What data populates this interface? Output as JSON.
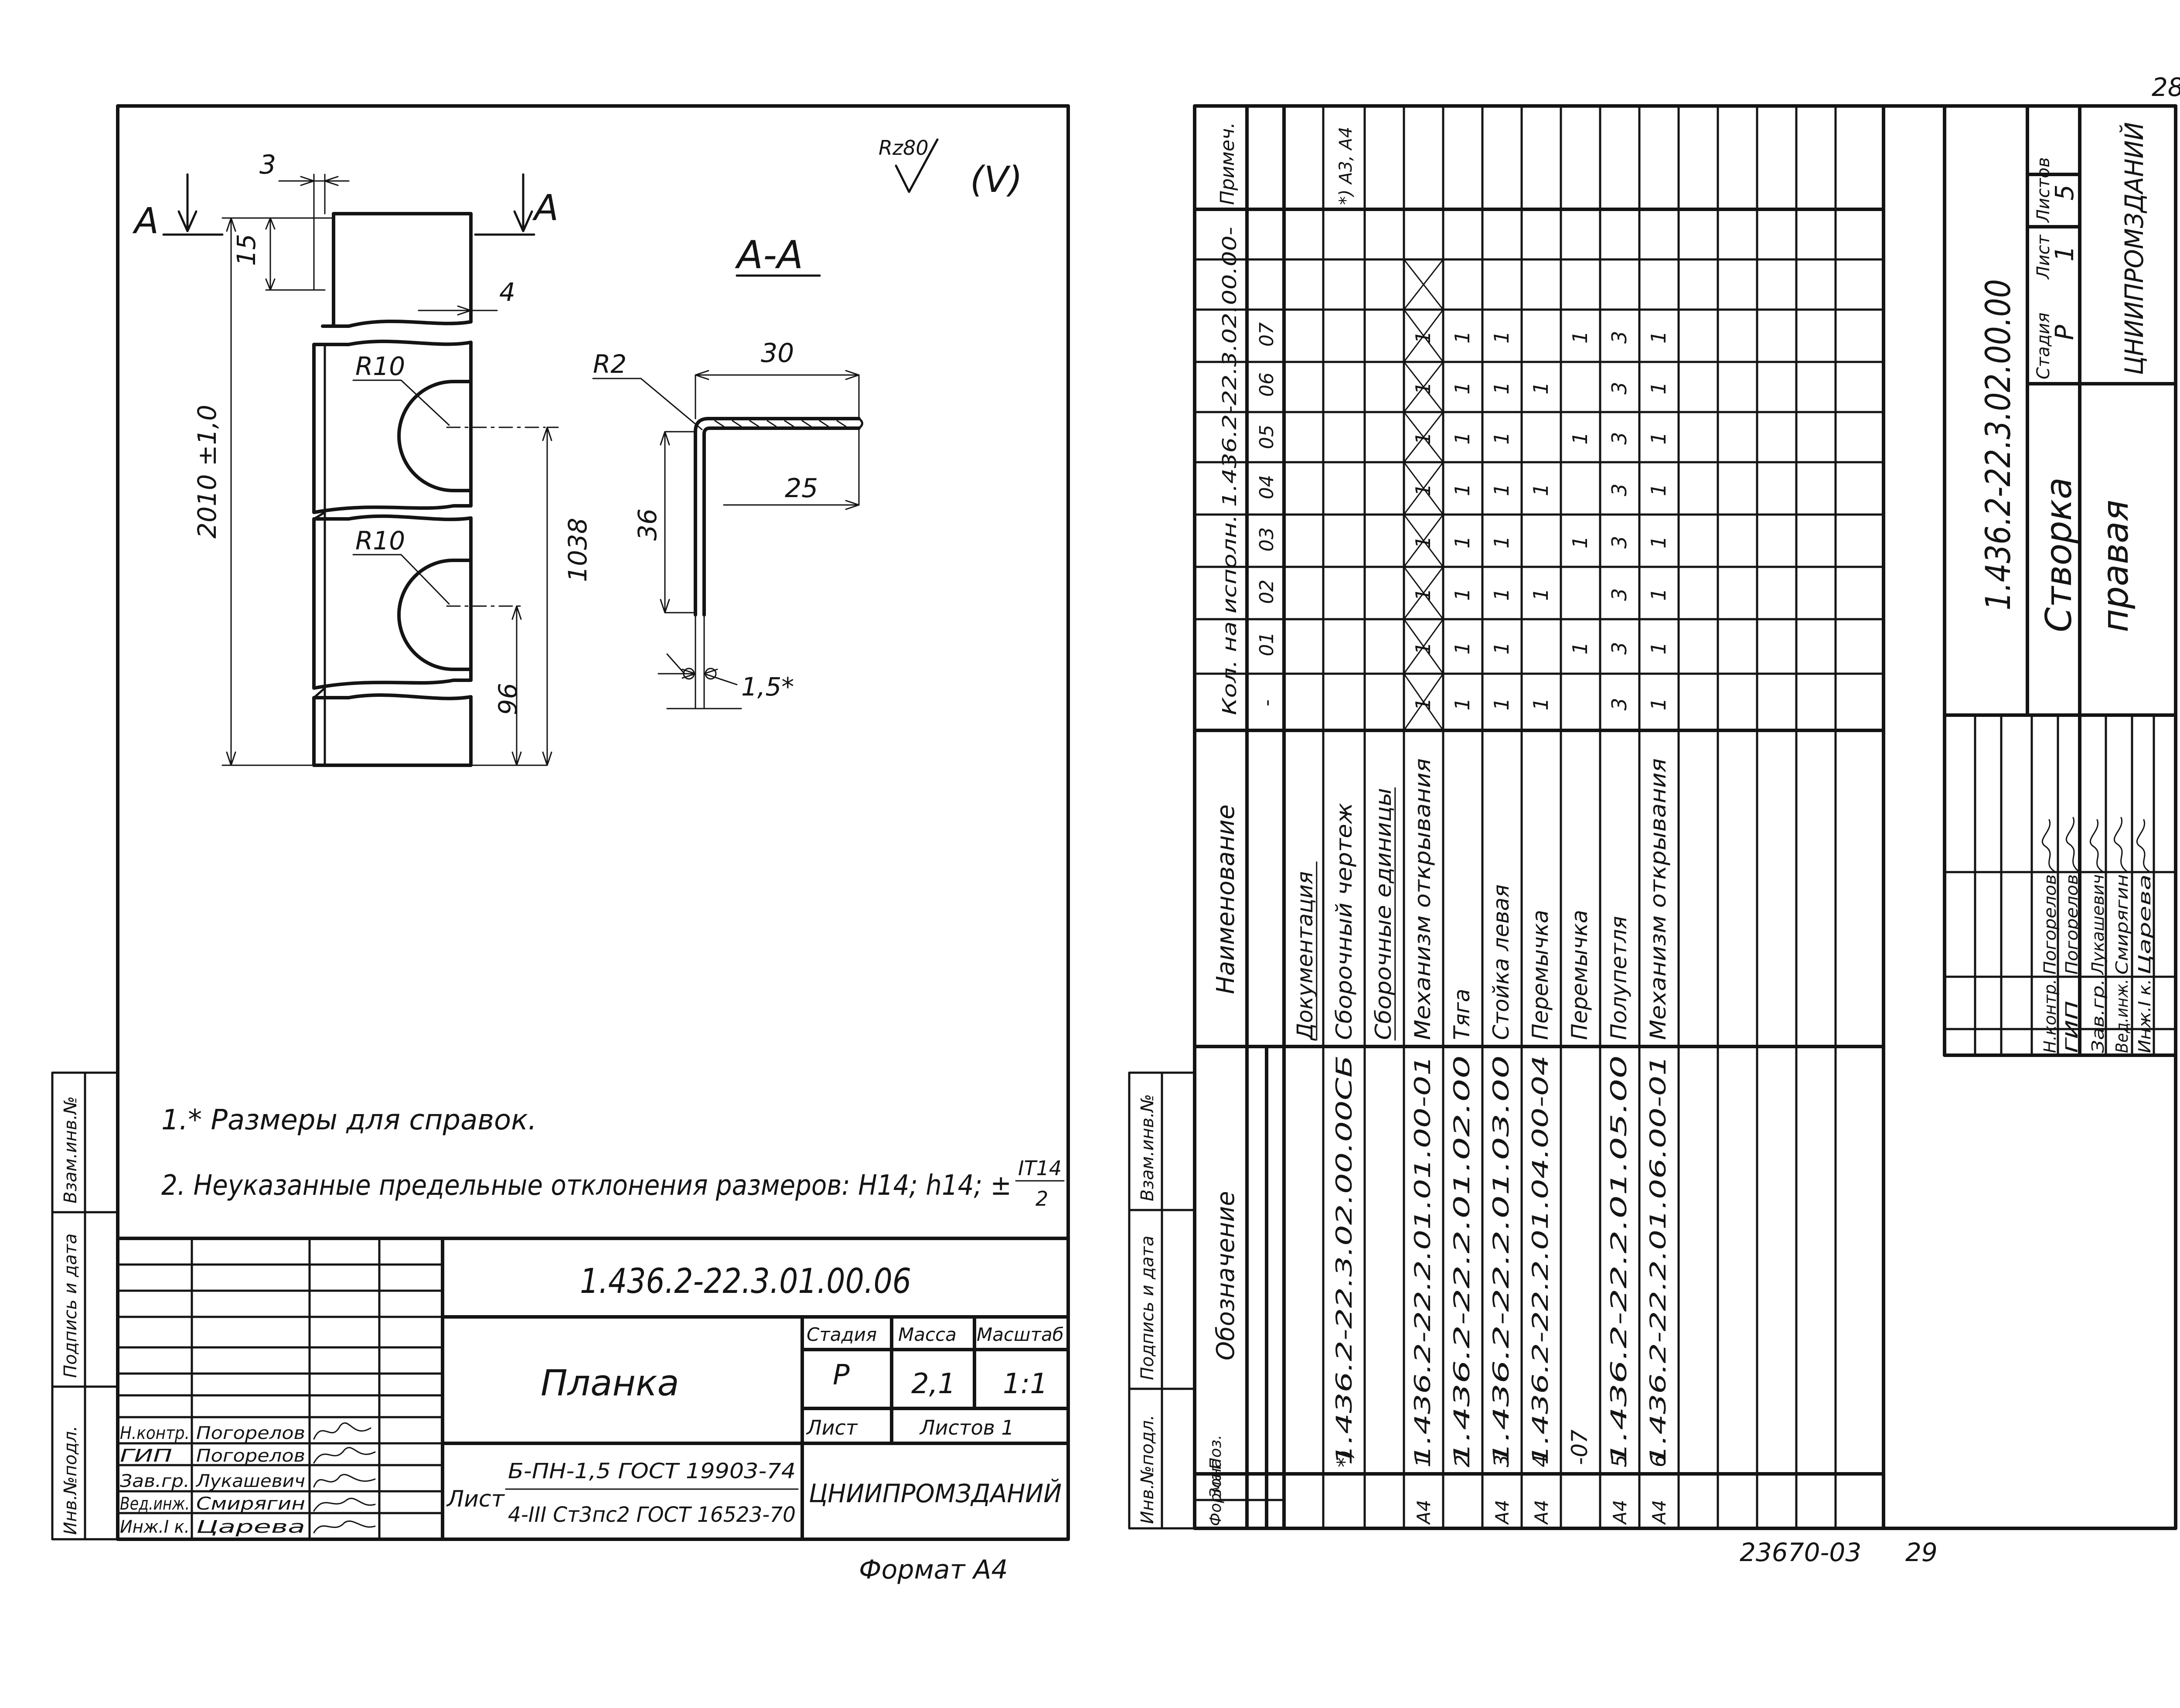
{
  "page_number": "28",
  "bottom_code": "23670-03",
  "bottom_page": "29",
  "left_sheet": {
    "roughness": {
      "label": "Rz80",
      "note": "(V)"
    },
    "section_marks": {
      "left": "A",
      "right": "A",
      "section_title": "A-A"
    },
    "dimensions": {
      "d3": "3",
      "d15": "15",
      "d4": "4",
      "d2010": "2010 ±1,0",
      "r10_top": "R10",
      "r10_bottom": "R10",
      "d1038": "1038",
      "d96": "96",
      "r2": "R2",
      "d30": "30",
      "d25": "25",
      "d36": "36",
      "d15star": "1,5*"
    },
    "notes": {
      "n1": "1.* Размеры для справок.",
      "n2": "2. Неуказанные предельные отклонения размеров: Н14; h14; ±",
      "frac_top": "IT14",
      "frac_bottom": "2"
    },
    "side_labels": [
      "Инв.№подл.",
      "Подпись и дата",
      "Взам.инв.№"
    ],
    "title_block": {
      "code": "1.436.2-22.3.01.00.06",
      "name": "Планка",
      "stage_label": "Стадия",
      "mass_label": "Масса",
      "scale_label": "Масштаб",
      "stage": "Р",
      "mass": "2,1",
      "scale": "1:1",
      "sheet_label": "Лист",
      "sheets_label": "Листов 1",
      "material_label": "Лист",
      "material_line1": "Б-ПН-1,5 ГОСТ 19903-74",
      "material_line2": "4-III Ст3пс2 ГОСТ 16523-70",
      "org": "ЦНИИПРОМЗДАНИЙ",
      "people": [
        {
          "role": "Н.контр.",
          "name": "Погорелов"
        },
        {
          "role": "ГИП",
          "name": "Погорелов"
        },
        {
          "role": "Зав.гр.",
          "name": "Лукашевич"
        },
        {
          "role": "Вед.инж.",
          "name": "Смирягин"
        },
        {
          "role": "Инж.I к.",
          "name": "Царева"
        }
      ]
    },
    "format": "Формат А4"
  },
  "right_sheet": {
    "header": {
      "format": "Формат",
      "zone": "Зона",
      "pos": "Поз.",
      "designation": "Обозначение",
      "name": "Наименование",
      "qty_prefix": "Кол. на исполн. 1.436.2-22.3.02.00.00-",
      "variants": [
        "-",
        "01",
        "02",
        "03",
        "04",
        "05",
        "06",
        "07"
      ],
      "note": "Примеч."
    },
    "side_labels": [
      "Инв.№подл.",
      "Подпись и дата",
      "Взам.инв.№"
    ],
    "rows": [
      {
        "format": "",
        "pos": "",
        "designation": "",
        "name": "Документация",
        "underline": true,
        "qty": [
          "",
          "",
          "",
          "",
          "",
          "",
          "",
          ""
        ],
        "cross": false,
        "note": ""
      },
      {
        "format": "",
        "pos": "*)",
        "designation": "1.436.2-22.3.02.00.00СБ",
        "name": "Сборочный чертеж",
        "underline": false,
        "qty": [
          "",
          "",
          "",
          "",
          "",
          "",
          "",
          ""
        ],
        "cross": true,
        "note": "*) А3, А4"
      },
      {
        "format": "",
        "pos": "",
        "designation": "",
        "name": "Сборочные единицы",
        "underline": true,
        "qty": [
          "",
          "",
          "",
          "",
          "",
          "",
          "",
          ""
        ],
        "cross": false,
        "note": ""
      },
      {
        "format": "А4",
        "pos": "1",
        "designation": "1.436.2-22.2.01.01.00-01",
        "name": "Механизм открывания",
        "underline": false,
        "qty": [
          "1",
          "1",
          "1",
          "1",
          "1",
          "1",
          "1",
          "1"
        ],
        "cross": false,
        "note": ""
      },
      {
        "format": "",
        "pos": "2",
        "designation": "1.436.2-22.2.01.02.00",
        "name": "Тяга",
        "underline": false,
        "qty": [
          "1",
          "1",
          "1",
          "1",
          "1",
          "1",
          "1",
          "1"
        ],
        "cross": false,
        "note": ""
      },
      {
        "format": "А4",
        "pos": "3",
        "designation": "1.436.2-22.2.01.03.00",
        "name": "Стойка левая",
        "underline": false,
        "qty": [
          "1",
          "1",
          "1",
          "1",
          "1",
          "1",
          "1",
          "1"
        ],
        "cross": false,
        "note": ""
      },
      {
        "format": "А4",
        "pos": "4",
        "designation": "1.436.2-22.2.01.04.00-04",
        "name": "Перемычка",
        "underline": false,
        "qty": [
          "1",
          "",
          "1",
          "",
          "1",
          "",
          "1",
          ""
        ],
        "cross": false,
        "note": ""
      },
      {
        "format": "",
        "pos": "",
        "designation": "-07",
        "name": "Перемычка",
        "underline": false,
        "qty": [
          "",
          "1",
          "",
          "1",
          "",
          "1",
          "",
          "1"
        ],
        "cross": false,
        "note": ""
      },
      {
        "format": "А4",
        "pos": "5",
        "designation": "1.436.2-22.2.01.05.00",
        "name": "Полупетля",
        "underline": false,
        "qty": [
          "3",
          "3",
          "3",
          "3",
          "3",
          "3",
          "3",
          "3"
        ],
        "cross": false,
        "note": ""
      },
      {
        "format": "А4",
        "pos": "6",
        "designation": "1.436.2-22.2.01.06.00-01",
        "name": "Механизм открывания",
        "underline": false,
        "qty": [
          "1",
          "1",
          "1",
          "1",
          "1",
          "1",
          "1",
          "1"
        ],
        "cross": false,
        "note": ""
      }
    ],
    "title_block": {
      "code": "1.436.2-22.3.02.00.00",
      "name_line1": "Створка",
      "name_line2": "правая",
      "stage_label": "Стадия",
      "sheet_label": "Лист",
      "sheets_label": "Листов",
      "stage": "Р",
      "sheet": "1",
      "sheets": "5",
      "org": "ЦНИИПРОМЗДАНИЙ",
      "people": [
        {
          "role": "Н.контр.",
          "name": "Погорелов"
        },
        {
          "role": "ГИП",
          "name": "Погорелов"
        },
        {
          "role": "Зав.гр.",
          "name": "Лукашевич"
        },
        {
          "role": "Вед.инж.",
          "name": "Смирягин"
        },
        {
          "role": "Инж.I к.",
          "name": "Царева"
        }
      ]
    }
  }
}
